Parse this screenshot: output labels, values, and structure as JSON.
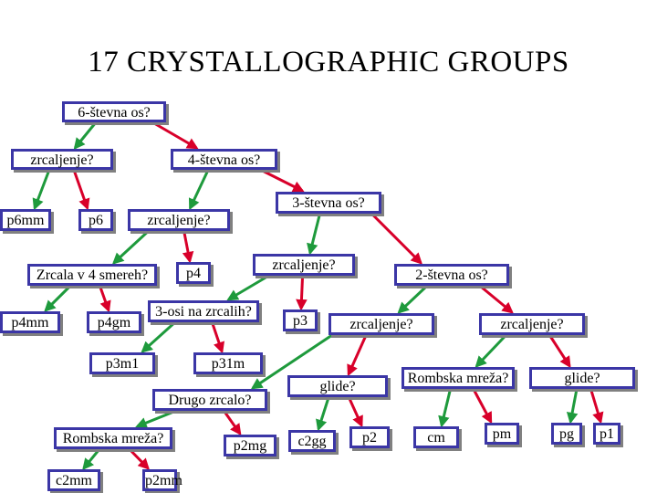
{
  "title": "17 CRYSTALLOGRAPHIC GROUPS",
  "colors": {
    "node_border": "#3b36a6",
    "shadow": "#808080",
    "edge_red": "#d8002a",
    "edge_green": "#1e9a3c"
  },
  "nodes": {
    "n6fold": "6-števna os?",
    "nMirror1": "zrcaljenje?",
    "n4fold": "4-števna os?",
    "p6mm": "p6mm",
    "p6": "p6",
    "nMirror2": "zrcaljenje?",
    "n3fold": "3-števna os?",
    "nMirrors45": "Zrcala v 4 smereh?",
    "p4": "p4",
    "nMirror3": "zrcaljenje?",
    "n2fold": "2-števna os?",
    "p4mm": "p4mm",
    "p4gm": "p4gm",
    "n3axesOnMirrors": "3-osi na zrcalih?",
    "p3": "p3",
    "nMirror4": "zrcaljenje?",
    "nMirror5": "zrcaljenje?",
    "p3m1": "p3m1",
    "p31m": "p31m",
    "nGlide1": "glide?",
    "nRhombic1": "Rombska mreža?",
    "nGlide2": "glide?",
    "nOtherMirror": "Drugo zrcalo?",
    "nRhombic2": "Rombska mreža?",
    "p2mg": "p2mg",
    "c2gg": "c2gg",
    "p2": "p2",
    "cm": "cm",
    "pm": "pm",
    "pg": "pg",
    "p1": "p1",
    "c2mm": "c2mm",
    "p2mm": "p2mm"
  }
}
